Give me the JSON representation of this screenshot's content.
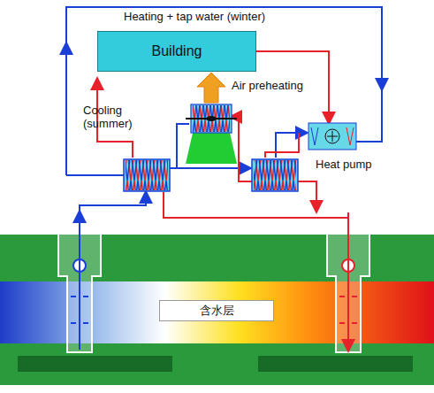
{
  "diagram": {
    "nodes": [
      {
        "text": [
          "Building"
        ]
      },
      {
        "text": [
          "Heat pump"
        ]
      },
      {
        "text": [
          "含水层"
        ]
      }
    ],
    "edges": [
      {
        "from": 0,
        "to": 1,
        "arrow": "to"
      }
    ],
    "labels": [
      "Heating + tap water (winter)",
      "Cooling (summer)",
      "Air preheating"
    ]
  }
}
